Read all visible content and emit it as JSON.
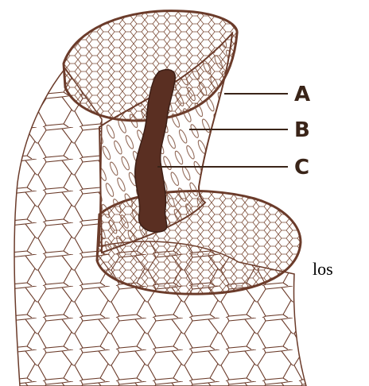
{
  "labels": {
    "a": "A",
    "b": "B",
    "c": "C"
  },
  "trailing_text": "los",
  "colors": {
    "ink": "#6b3b2a",
    "dark_fill": "#5a2f22",
    "label": "#3a2418",
    "background": "#ffffff"
  }
}
